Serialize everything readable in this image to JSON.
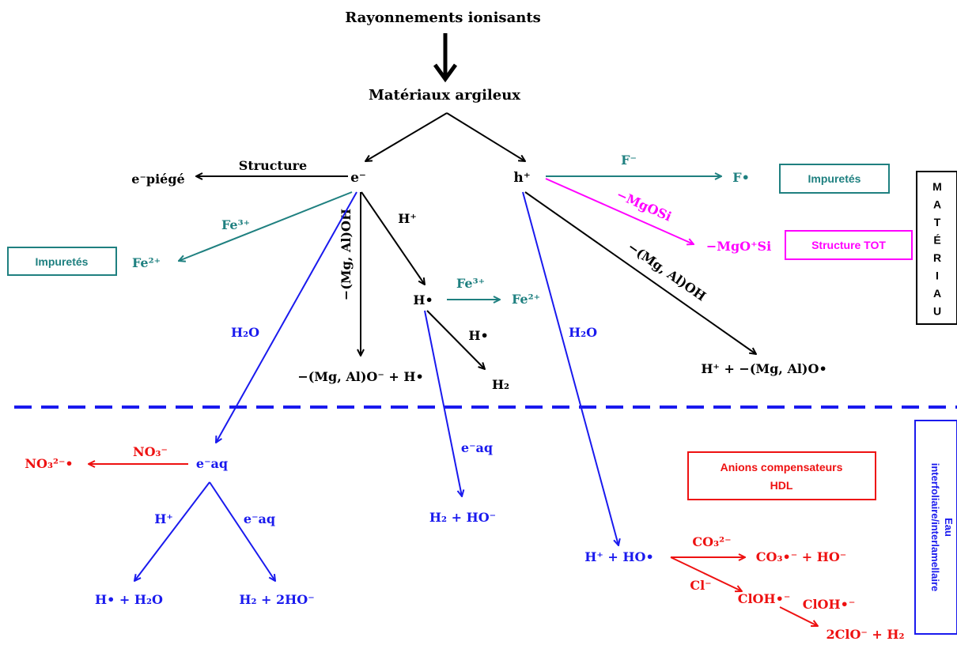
{
  "colors": {
    "black": "#000000",
    "teal": "#1f8080",
    "magenta": "#ff00ff",
    "blue": "#1a1aee",
    "red": "#ee1111"
  },
  "title": "Rayonnements ionisants",
  "material": "Matériaux argileux",
  "nodes": {
    "e_minus": "e⁻",
    "h_plus": "h⁺",
    "e_trapped": "e⁻piégé",
    "fe2_left": "Fe²⁺",
    "h_radical": "H•",
    "fe2_mid": "Fe²⁺",
    "mgal_o_minus": "−(Mg, Al)O⁻ + H•",
    "h2": "H₂",
    "f_radical": "F•",
    "mgo_si": "−MgO⁺Si",
    "h_plus_mgal_o": "H⁺ +  −(Mg, Al)O•",
    "e_aq": "e⁻aq",
    "no3_radical": "NO₃²⁻•",
    "h2_ho": "H₂ + HO⁻",
    "h_h2o": "H• + H₂O",
    "h2_2ho": "H₂ + 2HO⁻",
    "h_ho_radical": "H⁺  +  HO•",
    "co3_radical": "CO₃•⁻ + HO⁻",
    "cloh": "ClOH•⁻",
    "clo_h2": "2ClO⁻ + H₂"
  },
  "labels": {
    "structure": "Structure",
    "fe3_left": "Fe³⁺",
    "h_plus_label": "H⁺",
    "mgal_oh_left": "−(Mg, Al)OH",
    "fe3_mid": "Fe³⁺",
    "h_radical_label": "H•",
    "h2o_left": "H₂O",
    "f_minus": "F⁻",
    "mgosi": "−MgOSi",
    "mgal_oh_right": "−(Mg, Al)OH",
    "h2o_right": "H₂O",
    "no3_minus": "NO₃⁻",
    "e_aq_label": "e⁻aq",
    "h_plus_blue": "H⁺",
    "e_aq_label2": "e⁻aq",
    "co3": "CO₃²⁻",
    "cl_minus": "Cl⁻",
    "cloh_label": "ClOH•⁻"
  },
  "boxes": {
    "impurities_right": "Impuretés",
    "impurities_left": "Impuretés",
    "structure_tot": "Structure TOT",
    "materiau": [
      "M",
      "A",
      "T",
      "É",
      "R",
      "I",
      "A",
      "U"
    ],
    "anions_line1": "Anions compensateurs",
    "anions_line2": "HDL",
    "eau_line1": "Eau",
    "eau_line2": "interfoliaire/interlamellaire"
  }
}
